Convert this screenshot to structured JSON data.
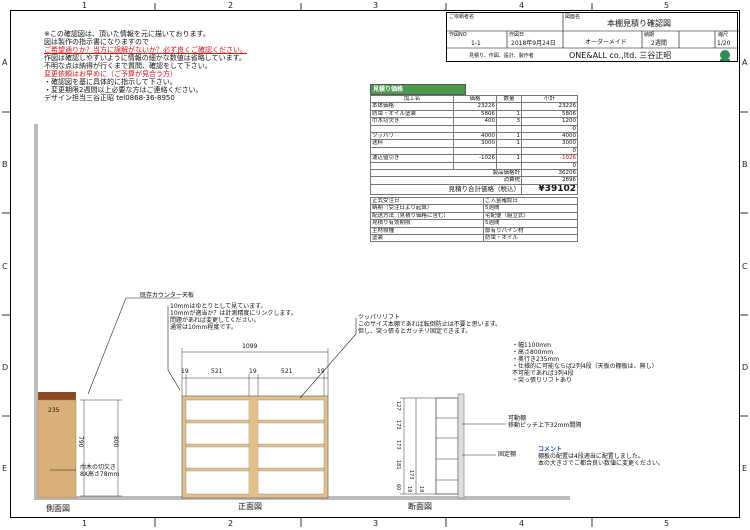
{
  "grid": {
    "cols": [
      "1",
      "2",
      "3",
      "4",
      "5"
    ],
    "rows": [
      "A",
      "B",
      "C",
      "D",
      "E"
    ]
  },
  "title_block": {
    "client_label": "ご依頼者名",
    "title_label": "図面名",
    "title": "本棚見積り確認図",
    "page_label": "作図NO",
    "page_no": "1-1",
    "date_label": "作図日",
    "date": "2018年9月24日",
    "order_type": "オーダーメイド",
    "delivery_label": "納期",
    "delivery": "2週間",
    "scale_label": "縮尺",
    "scale": "1/20",
    "company_desc": "見積り、作図、設計、製作者",
    "company": "ONE&ALL co.,ltd.  三谷正昭"
  },
  "notes": {
    "l1": "※この確認図は、頂いた情報を元に描いております。",
    "l2": "図は製作の指示書になりますので",
    "l3": "ご希望通りか？当方に誤解がないか？必ず良くご確認ください。",
    "l4": "作図は確認しやすいように情報の細かな数値は省略しています。",
    "l5": "不明な点は納得が行くまで質問、確認をして下さい。",
    "l6": "変更依頼はお早めに（ご予算が見合う方）",
    "l7": "・確認図を基に具体的に指示して下さい。",
    "l8": "・変更期限2週間以上必要な方はご連絡ください。",
    "l9": "デザイン担当三谷正昭  tel0868-36-8950"
  },
  "estimate": {
    "header": "見積り価格",
    "cols": [
      "加工名",
      "価格",
      "数量",
      "小計"
    ],
    "rows": [
      {
        "name": "本体価格",
        "price": "23226",
        "qty": "",
        "sub": "23226"
      },
      {
        "name": "防虫・オイル塗装",
        "price": "5806",
        "qty": "1",
        "sub": "5806"
      },
      {
        "name": "巾木切欠き",
        "price": "400",
        "qty": "3",
        "sub": "1200"
      },
      {
        "name": "",
        "price": "",
        "qty": "",
        "sub": "0"
      },
      {
        "name": "ツッパリ",
        "price": "4000",
        "qty": "1",
        "sub": "4000"
      },
      {
        "name": "送料",
        "price": "3000",
        "qty": "1",
        "sub": "3000"
      },
      {
        "name": "",
        "price": "",
        "qty": "",
        "sub": "0"
      },
      {
        "name": "運込値引き",
        "price": "-1026",
        "qty": "1",
        "sub": "-1026"
      },
      {
        "name": "",
        "price": "",
        "qty": "",
        "sub": "0"
      }
    ],
    "product_label": "製品価格計",
    "product_total": "36206",
    "tax_label": "消費税",
    "tax": "2896",
    "grand_label": "見積り合計価格（税込）",
    "grand_total": "¥39102",
    "info": [
      {
        "k": "正式受注日",
        "v": "ご入金確認日"
      },
      {
        "k": "納期（受注日より起算）",
        "v": "5週間"
      },
      {
        "k": "配送方法（見積り価格に含む）",
        "v": "宅配便（組立式）"
      },
      {
        "k": "見積り有効期限",
        "v": "5週間"
      },
      {
        "k": "主材樹種",
        "v": "節有りパイン材"
      },
      {
        "k": "塗装",
        "v": "防虫・オイル"
      }
    ]
  },
  "annotations": {
    "counter": "既存カウンター天板",
    "gap1": "10mmはゆとりとして見ています。",
    "gap2": "10mmが適当か？は計測精度にリンクします。",
    "gap3": "問題があれば変更してください。",
    "gap4": "通常は10mm程度です。",
    "tsuppari1": "ツッパリリフト",
    "tsuppari2": "このサイズ本棚であれば転倒防止は不要と思います。",
    "tsuppari3": "但し、突っ張るとガッチリ固定できます。",
    "spec1": "・幅1100mm",
    "spec2": "・高さ800mm",
    "spec3": "・奥行き235mm",
    "spec4": "・仕様的に可能ならば2列4段（天板の棚板は、無し）",
    "spec5": "  不可能であれば3列4段",
    "spec6": "・突っ張りリフトあり",
    "movable1": "可動棚",
    "movable2": "移動ピッチ上下32mm間隔",
    "fixed": "固定棚",
    "cutout1": "巾木の切欠き",
    "cutout2": "8X高さ78mm",
    "comment_title": "コメント",
    "comment1": "棚板の配置は4段適当に配置しました。",
    "comment2": "本の大きさでご都合良い数値に変更ください。"
  },
  "views": {
    "side": "側面図",
    "front": "正面図",
    "section": "断面図"
  },
  "dims": {
    "side_depth": "235",
    "side_h1": "790",
    "side_h2": "800",
    "front_width": "1099",
    "front_parts": [
      "19",
      "521",
      "19",
      "521",
      "19"
    ],
    "section": [
      "127",
      "173",
      "173",
      "181",
      "173",
      "60"
    ],
    "section_bottom": [
      "19",
      "19"
    ]
  }
}
